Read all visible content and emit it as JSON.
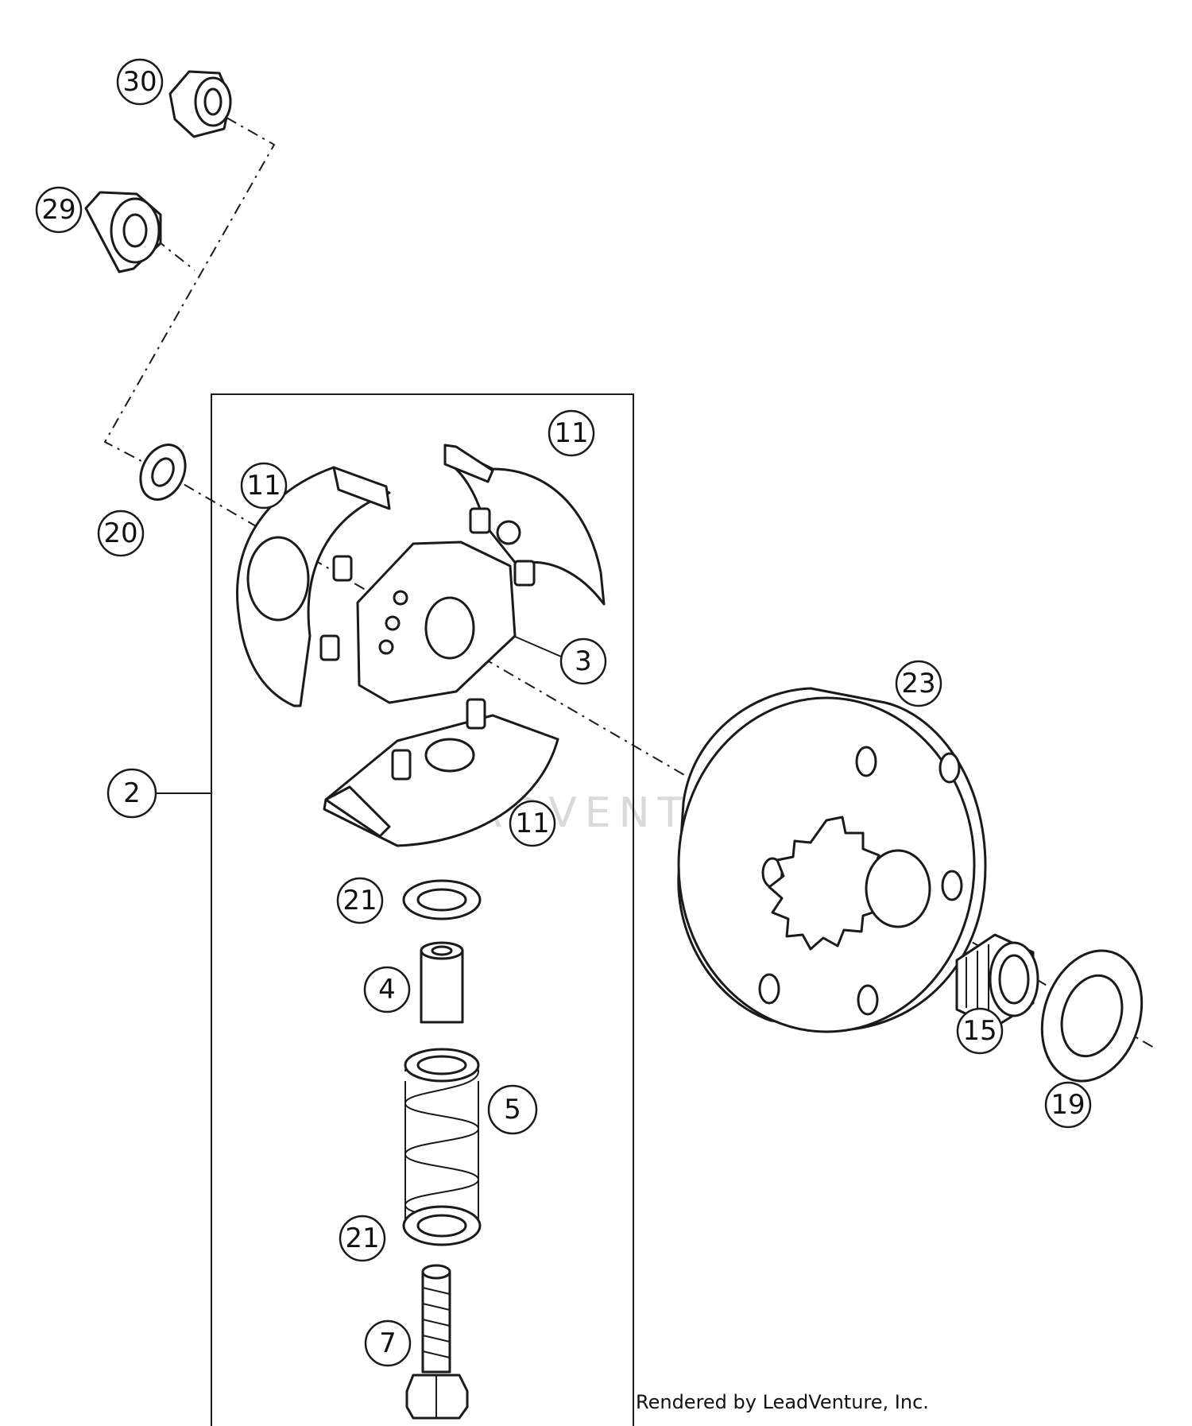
{
  "watermark": "LEADVENTURE",
  "credit": "Rendered by LeadVenture, Inc.",
  "callouts": {
    "c30": "30",
    "c29": "29",
    "c20": "20",
    "c11a": "11",
    "c11b": "11",
    "c11c": "11",
    "c3": "3",
    "c2": "2",
    "c23": "23",
    "c21a": "21",
    "c4": "4",
    "c5": "5",
    "c21b": "21",
    "c7": "7",
    "c15": "15",
    "c19": "19"
  }
}
